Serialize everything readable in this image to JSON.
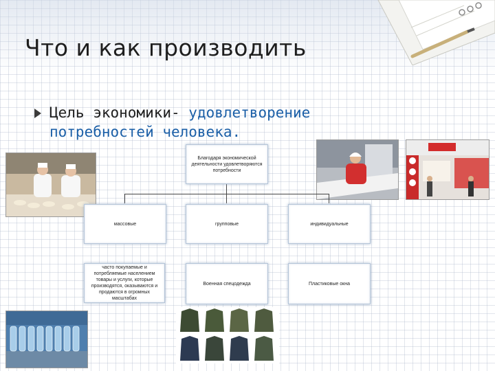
{
  "title": "Что и как производить",
  "goal": {
    "prefix": "Цель экономики-",
    "highlight": " удовлетворение",
    "line2": "потребностей человека."
  },
  "diagram": {
    "root": "Благодаря экономической деятельности удовлетворяются потребности",
    "categories": {
      "mass": "массовые",
      "group": "групповые",
      "individual": "индивидуальные"
    },
    "examples": {
      "mass": "часто покупаемые и потребляемые населением товары и услуги, которые производятся, оказываются и продаются в огромных масштабах",
      "group": "Военная спецодежда",
      "individual": "Пластиковые окна"
    }
  },
  "colors": {
    "title": "#1e1e1e",
    "highlight": "#1b5fa7",
    "box_border": "#b5c5d8"
  }
}
